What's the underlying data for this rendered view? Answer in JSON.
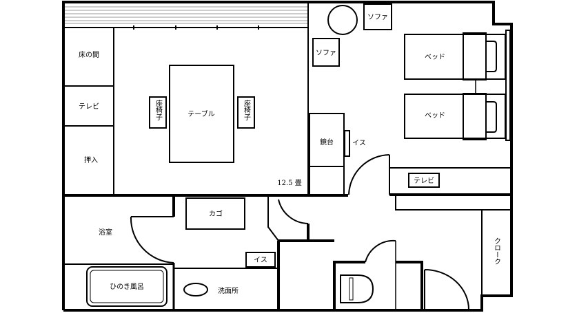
{
  "rooms": {
    "tokonoma": "床の間",
    "tv_closet": "テレビ",
    "oshiire": "押入",
    "table": "テーブル",
    "zaisu_left": "座椅子",
    "zaisu_right": "座椅子",
    "tatami_size": "12.5 畳",
    "sofa_top": "ソファ",
    "sofa_left": "ソファ",
    "bed_1": "ベッド",
    "bed_2": "ベッド",
    "mirror_desk": "鏡台",
    "chair_desk": "イス",
    "tv_counter": "テレビ",
    "bathroom": "浴室",
    "basket": "カゴ",
    "chair_washroom": "イス",
    "hinoki_bath": "ひのき風呂",
    "washroom": "洗面所",
    "cloak": "クローク"
  }
}
